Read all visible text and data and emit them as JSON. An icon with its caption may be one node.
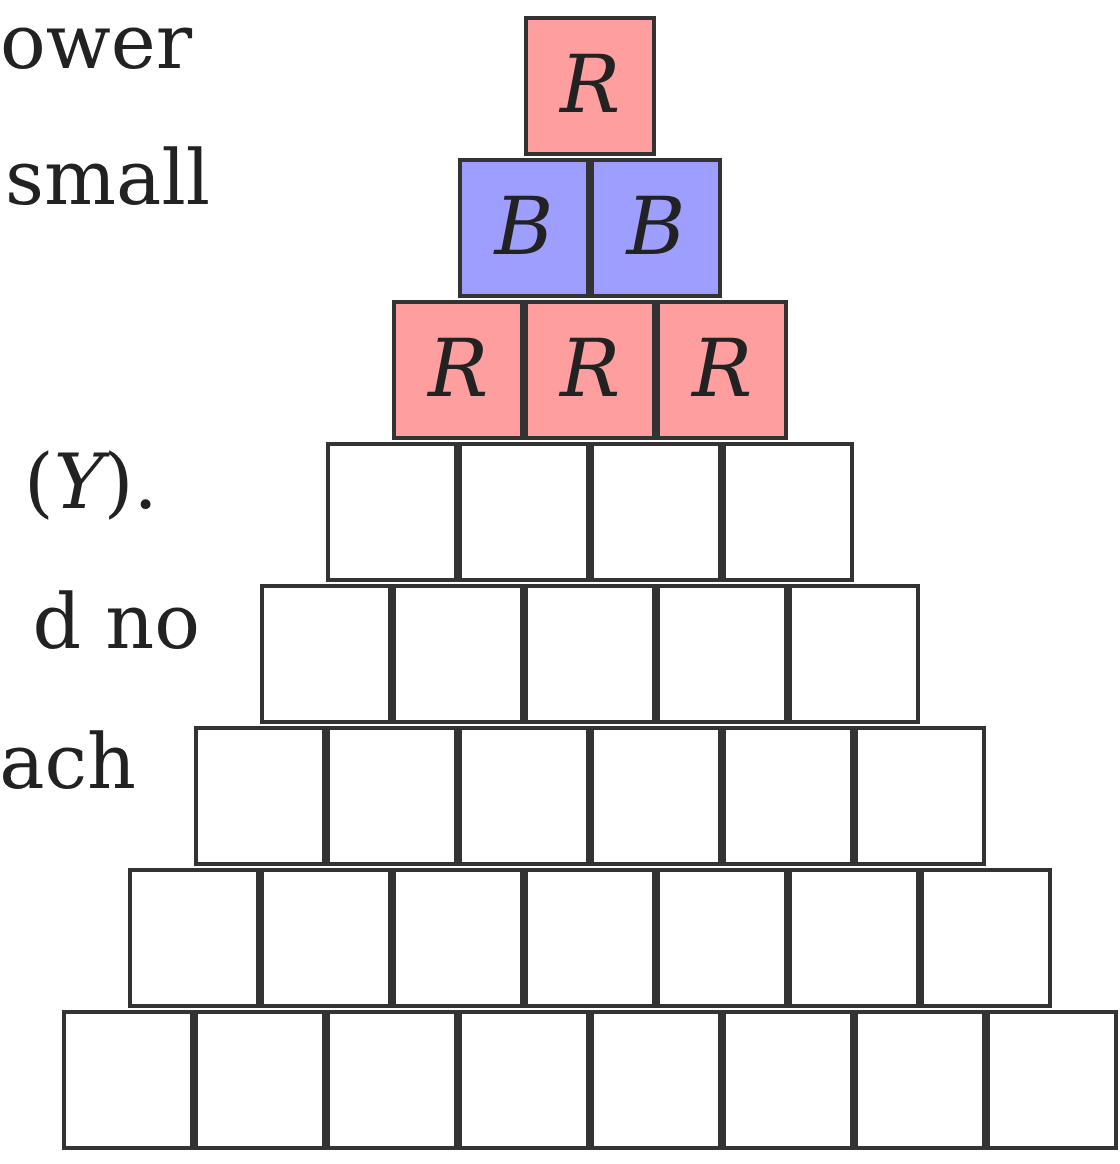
{
  "diagram": {
    "nodes": [
      {
        "text": [
          "R"
        ]
      },
      {
        "text": [
          "B"
        ]
      },
      {
        "text": [
          "B"
        ]
      },
      {
        "text": [
          "R"
        ]
      },
      {
        "text": [
          "R"
        ]
      },
      {
        "text": [
          "R"
        ]
      },
      {
        "text": [],
        "shape": "box"
      },
      {
        "text": [],
        "shape": "box"
      },
      {
        "text": [],
        "shape": "box"
      },
      {
        "text": [],
        "shape": "box"
      },
      {
        "text": [],
        "shape": "box"
      },
      {
        "text": [],
        "shape": "box"
      },
      {
        "text": [],
        "shape": "box"
      },
      {
        "text": [],
        "shape": "box"
      },
      {
        "text": [],
        "shape": "box"
      },
      {
        "text": [],
        "shape": "box"
      },
      {
        "text": [],
        "shape": "box"
      },
      {
        "text": [],
        "shape": "box"
      },
      {
        "text": [],
        "shape": "box"
      },
      {
        "text": [],
        "shape": "box"
      },
      {
        "text": [],
        "shape": "box"
      },
      {
        "text": [],
        "shape": "box"
      },
      {
        "text": [],
        "shape": "box"
      },
      {
        "text": [],
        "shape": "box"
      },
      {
        "text": [],
        "shape": "box"
      },
      {
        "text": [],
        "shape": "box"
      },
      {
        "text": [],
        "shape": "box"
      },
      {
        "text": [],
        "shape": "box"
      },
      {
        "text": [],
        "shape": "box"
      },
      {
        "text": [],
        "shape": "box"
      },
      {
        "text": [],
        "shape": "box"
      },
      {
        "text": [],
        "shape": "box"
      },
      {
        "text": [],
        "shape": "box"
      },
      {
        "text": [],
        "shape": "box"
      },
      {
        "text": [],
        "shape": "box"
      },
      {
        "text": [],
        "shape": "box"
      }
    ],
    "labels": [
      "ower",
      "small",
      "(*Y*).",
      "d no",
      "ach"
    ]
  }
}
